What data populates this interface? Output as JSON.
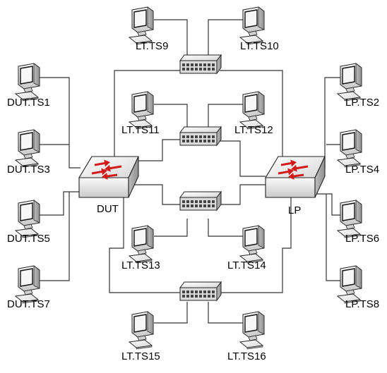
{
  "switches": [
    {
      "id": "dut",
      "label": "DUT"
    },
    {
      "id": "lp",
      "label": "LP"
    }
  ],
  "hubs": [
    {
      "id": "hub-top"
    },
    {
      "id": "hub-mid-upper"
    },
    {
      "id": "hub-mid-lower"
    },
    {
      "id": "hub-bottom"
    }
  ],
  "computers": [
    {
      "id": "dut-ts1",
      "label": "DUT.TS1"
    },
    {
      "id": "dut-ts3",
      "label": "DUT.TS3"
    },
    {
      "id": "dut-ts5",
      "label": "DUT.TS5"
    },
    {
      "id": "dut-ts7",
      "label": "DUT.TS7"
    },
    {
      "id": "lp-ts2",
      "label": "LP.TS2"
    },
    {
      "id": "lp-ts4",
      "label": "LP.TS4"
    },
    {
      "id": "lp-ts6",
      "label": "LP.TS6"
    },
    {
      "id": "lp-ts8",
      "label": "LP.TS8"
    },
    {
      "id": "lt-ts9",
      "label": "LT.TS9"
    },
    {
      "id": "lt-ts10",
      "label": "LT.TS10"
    },
    {
      "id": "lt-ts11",
      "label": "LT.TS11"
    },
    {
      "id": "lt-ts12",
      "label": "LT.TS12"
    },
    {
      "id": "lt-ts13",
      "label": "LT.TS13"
    },
    {
      "id": "lt-ts14",
      "label": "LT.TS14"
    },
    {
      "id": "lt-ts15",
      "label": "LT.TS15"
    },
    {
      "id": "lt-ts16",
      "label": "LT.TS16"
    }
  ],
  "colors": {
    "line": "#333333",
    "device_fill": "#e9e9e9",
    "device_dark": "#b8b8b8",
    "screen": "#f7f7f7",
    "arrow": "#d11a1a"
  }
}
